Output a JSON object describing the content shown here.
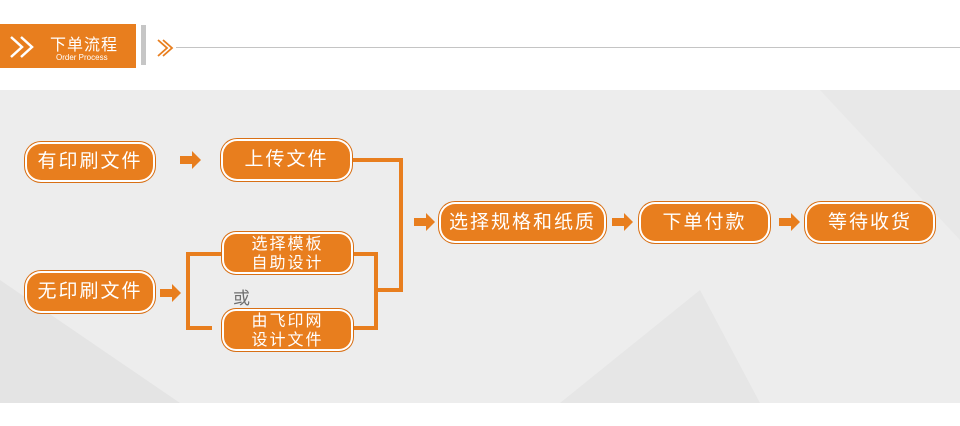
{
  "header": {
    "title": "下单流程",
    "subtitle": "Order Process"
  },
  "flow": {
    "has_file": "有印刷文件",
    "no_file": "无印刷文件",
    "upload_file": "上传文件",
    "template_design_line1": "选择模板",
    "template_design_line2": "自助设计",
    "or_label": "或",
    "designed_by_line1": "由飞印网",
    "designed_by_line2": "设计文件",
    "select_spec": "选择规格和纸质",
    "place_order_pay": "下单付款",
    "await_delivery": "等待收货"
  },
  "colors": {
    "accent": "#e87e1e",
    "panel": "#ededed",
    "divider": "#c4c4c4"
  }
}
